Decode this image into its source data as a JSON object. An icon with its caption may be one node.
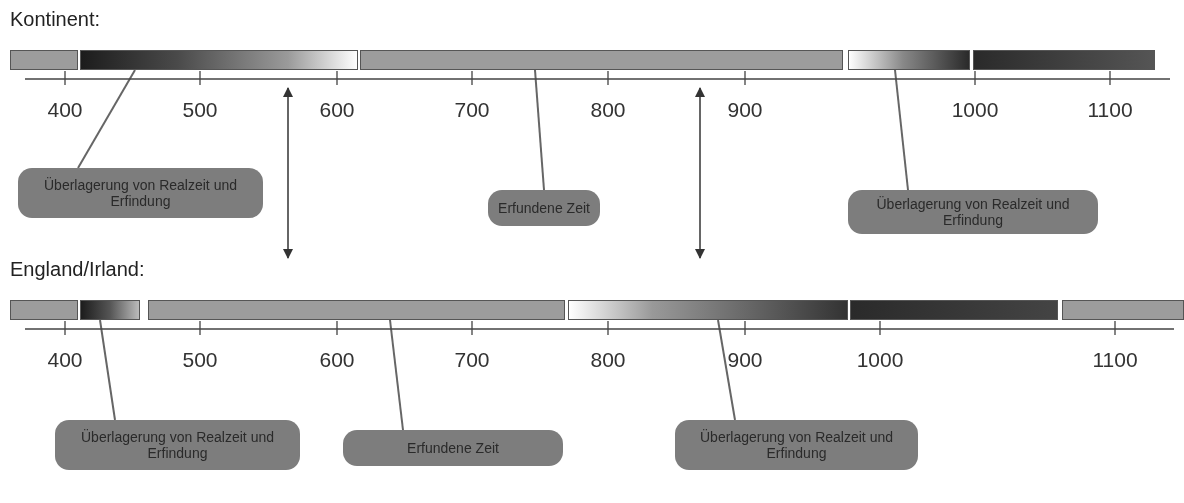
{
  "diagram": {
    "nodes": [
      {
        "text": [
          "Kontinent:"
        ]
      },
      {
        "text": [],
        "shape": "bar",
        "in": 0
      },
      {
        "text": [],
        "shape": "bar",
        "in": 0
      },
      {
        "text": [],
        "shape": "bar",
        "in": 0
      },
      {
        "text": [],
        "shape": "bar",
        "in": 0
      },
      {
        "text": [],
        "shape": "bar",
        "in": 0
      },
      {
        "text": [
          "England/Irland:"
        ]
      },
      {
        "text": [],
        "shape": "bar",
        "in": 6
      },
      {
        "text": [],
        "shape": "bar",
        "in": 6
      },
      {
        "text": [],
        "shape": "bar",
        "in": 6
      },
      {
        "text": [],
        "shape": "bar",
        "in": 6
      },
      {
        "text": [],
        "shape": "bar",
        "in": 6
      },
      {
        "text": [],
        "shape": "bar",
        "in": 6
      },
      {
        "text": [
          "Überlagerung von Realzeit und Erfindung"
        ]
      },
      {
        "text": [
          "Erfundene Zeit"
        ]
      },
      {
        "text": [
          "Überlagerung von Realzeit und Erfindung"
        ]
      },
      {
        "text": [
          "Überlagerung von Realzeit und Erfindung"
        ]
      },
      {
        "text": [
          "Erfundene Zeit"
        ]
      },
      {
        "text": [
          "Überlagerung von Realzeit und Erfindung"
        ]
      }
    ],
    "edges": [
      {
        "from": 13,
        "to": 2,
        "arrow": "none"
      },
      {
        "from": 14,
        "to": 3,
        "arrow": "none"
      },
      {
        "from": 15,
        "to": 4,
        "arrow": "none"
      },
      {
        "from": 0,
        "to": 6,
        "arrow": "both"
      },
      {
        "from": 0,
        "to": 6,
        "arrow": "both"
      },
      {
        "from": 16,
        "to": 8,
        "arrow": "none"
      },
      {
        "from": 17,
        "to": 9,
        "arrow": "none"
      },
      {
        "from": 18,
        "to": 10,
        "arrow": "none"
      }
    ],
    "labels": [
      "400",
      "500",
      "600",
      "700",
      "800",
      "900",
      "1000",
      "1100",
      "400",
      "500",
      "600",
      "700",
      "800",
      "900",
      "1000",
      "1100"
    ]
  }
}
